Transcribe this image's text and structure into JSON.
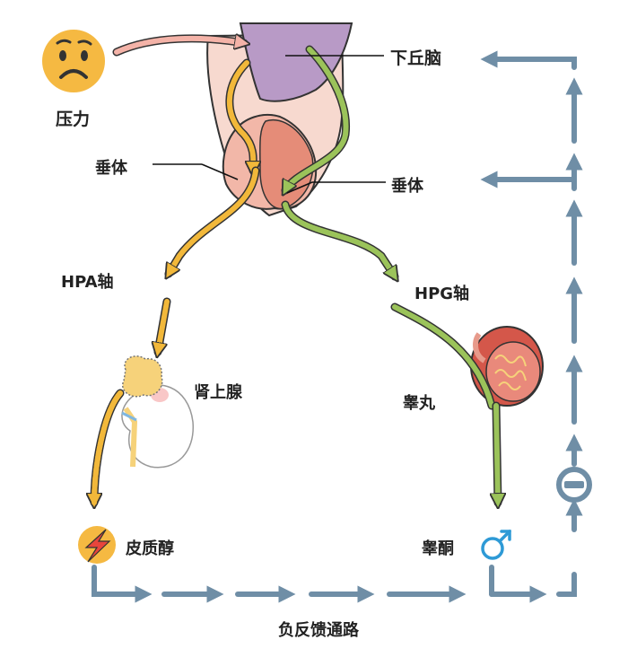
{
  "labels": {
    "hypothalamus": "下丘脑",
    "stress": "压力",
    "pituitary_left": "垂体",
    "pituitary_right": "垂体",
    "hpa_axis": "HPA轴",
    "hpg_axis": "HPG轴",
    "adrenal_gland": "肾上腺",
    "testis": "睾丸",
    "cortisol": "皮质醇",
    "testosterone": "睾酮",
    "negative_feedback": "负反馈通路"
  },
  "icons": {
    "stress": "worried-face-icon",
    "cortisol": "lightning-icon",
    "testosterone": "male-symbol-icon",
    "feedback": "minus-circle-icon"
  },
  "colors": {
    "hpa_pathway": "#F2B83A",
    "hpg_pathway": "#9BC35A",
    "feedback_pathway": "#6F8EA6",
    "stress_arrow": "#F4B3A8",
    "hypothalamus": "#B89AC6",
    "pituitary": "#E89A86",
    "testis": "#D4574A"
  }
}
